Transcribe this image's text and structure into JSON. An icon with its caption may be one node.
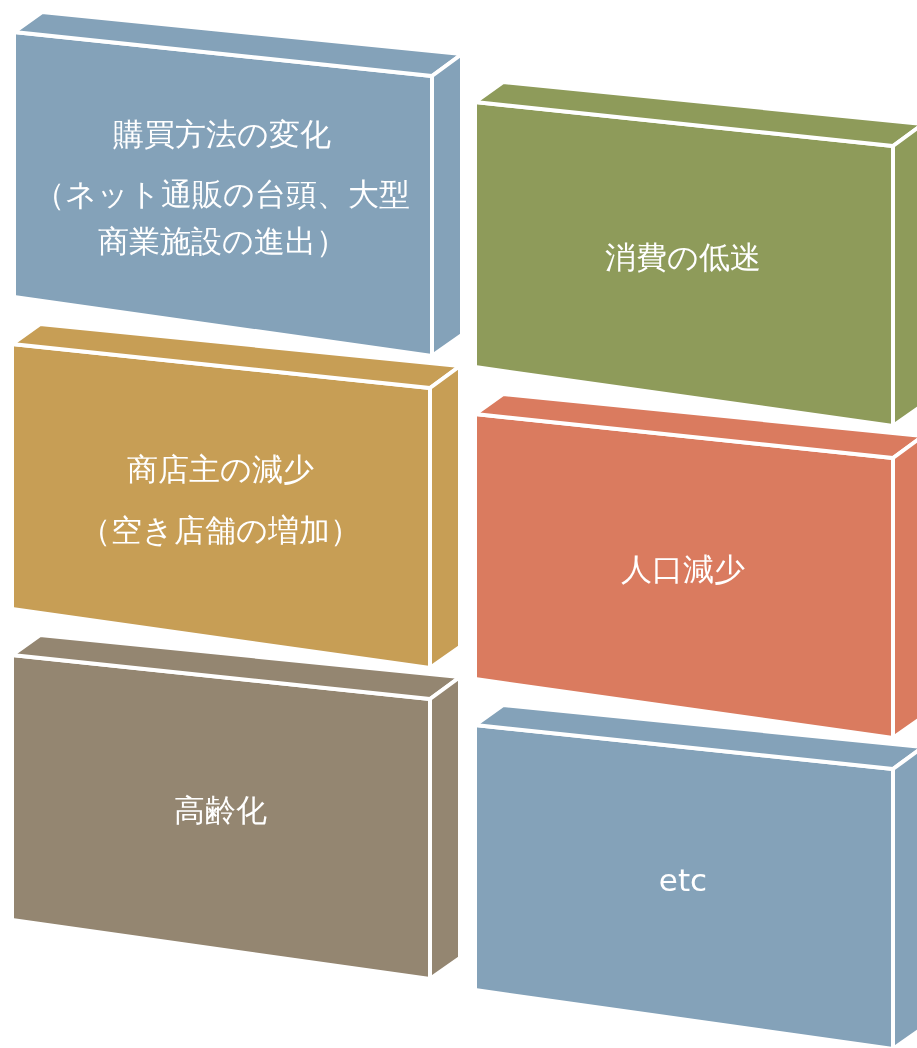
{
  "diagram": {
    "nodes": [
      {
        "text": [
          "購買方法の変化",
          "（ネット通販の台頭、大型商業施設の進出）"
        ]
      },
      {
        "text": [
          "消費の低迷"
        ]
      },
      {
        "text": [
          "商店主の減少",
          "（空き店舗の増加）"
        ]
      },
      {
        "text": [
          "人口減少"
        ]
      },
      {
        "text": [
          "高齢化"
        ]
      },
      {
        "text": [
          "etc"
        ]
      }
    ]
  }
}
